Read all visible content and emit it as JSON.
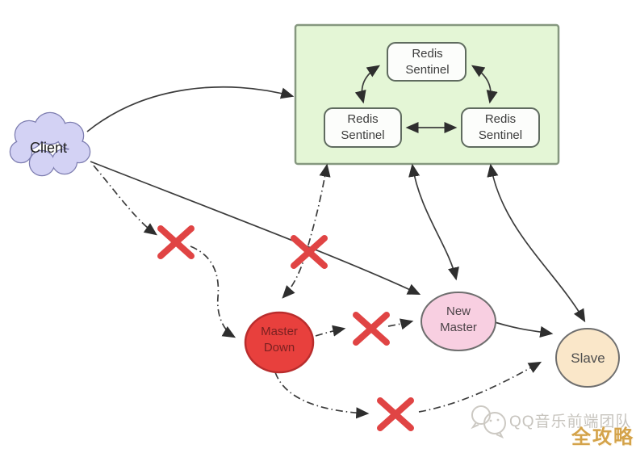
{
  "diagram": {
    "title": "Redis Sentinel failover diagram",
    "nodes": {
      "client": {
        "label": "Client",
        "shape": "cloud",
        "fill": "#d3d2f4"
      },
      "sentinel_group": {
        "shape": "rectangle",
        "fill": "#e4f6d6"
      },
      "sentinel_top": {
        "label": "Redis Sentinel",
        "shape": "rounded-rect",
        "fill": "#fcfdfb"
      },
      "sentinel_left": {
        "label": "Redis Sentinel",
        "shape": "rounded-rect",
        "fill": "#fcfdfb"
      },
      "sentinel_right": {
        "label": "Redis Sentinel",
        "shape": "rounded-rect",
        "fill": "#fcfdfb"
      },
      "master_down": {
        "label": "Master Down",
        "shape": "circle",
        "fill": "#e8403d"
      },
      "new_master": {
        "label": "New Master",
        "shape": "ellipse",
        "fill": "#f8cfe1"
      },
      "slave": {
        "label": "Slave",
        "shape": "circle",
        "fill": "#fae7c9"
      }
    },
    "edges": [
      {
        "from": "client",
        "to": "sentinel_group",
        "style": "solid",
        "broken": false
      },
      {
        "from": "client",
        "to": "new_master",
        "style": "solid",
        "broken": false
      },
      {
        "from": "client",
        "to": "master_down",
        "style": "dash-dot",
        "broken": true
      },
      {
        "from": "master_down",
        "to": "sentinel_group",
        "style": "dash-dot",
        "broken": true,
        "bidirectional": true
      },
      {
        "from": "master_down",
        "to": "new_master",
        "style": "dash-dot",
        "broken": true
      },
      {
        "from": "master_down",
        "to": "slave",
        "style": "dash-dot",
        "broken": true
      },
      {
        "from": "new_master",
        "to": "sentinel_group",
        "style": "solid",
        "bidirectional": true
      },
      {
        "from": "slave",
        "to": "sentinel_group",
        "style": "solid",
        "bidirectional": true
      },
      {
        "from": "new_master",
        "to": "slave",
        "style": "solid",
        "broken": false
      },
      {
        "from": "sentinel_top",
        "to": "sentinel_left",
        "style": "solid",
        "bidirectional": true
      },
      {
        "from": "sentinel_top",
        "to": "sentinel_right",
        "style": "solid",
        "bidirectional": true
      },
      {
        "from": "sentinel_left",
        "to": "sentinel_right",
        "style": "solid",
        "bidirectional": true
      }
    ],
    "colors": {
      "group_fill": "#e4f6d6",
      "group_border": "#85977f",
      "cloud_fill": "#d3d2f4",
      "cloud_border": "#7d7db0",
      "master_down_fill": "#e8403d",
      "master_down_border": "#b92d2d",
      "new_master_fill": "#f8cfe1",
      "slave_fill": "#fae7c9",
      "node_border": "#6e6e6e",
      "arrow": "#333333",
      "failure_x": "#e04444",
      "watermark_gray": "#c7c4be",
      "badge_gold": "#d4a34a"
    }
  },
  "icons": {
    "failure_marks": "red-x-icon",
    "watermark_logo": "wechat-bubbles-icon"
  },
  "watermark": {
    "team_name": "QQ音乐前端团队",
    "badge": "全攻略"
  }
}
